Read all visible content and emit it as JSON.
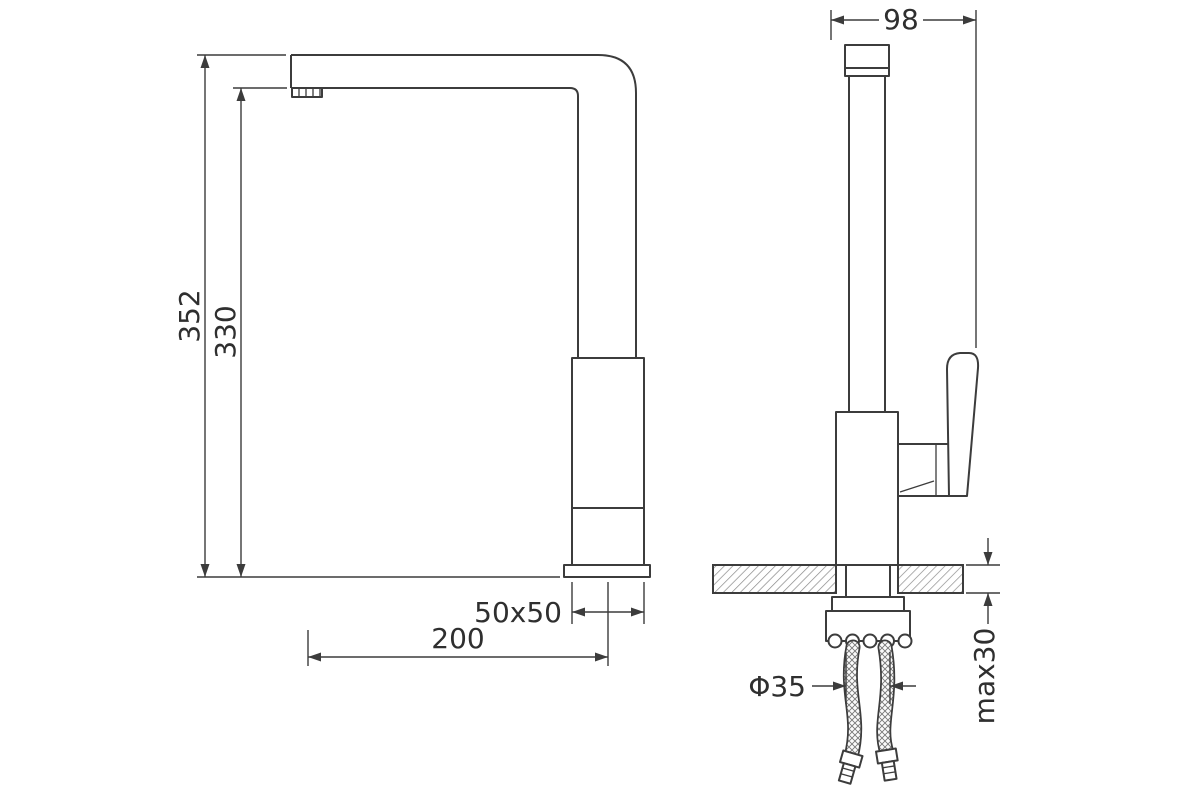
{
  "drawing": {
    "labels": {
      "total_height": "352",
      "spout_height": "330",
      "base_size": "50x50",
      "spout_reach": "200",
      "top_width": "98",
      "mount_diameter": "Φ35",
      "max_thickness": "max30"
    },
    "colors": {
      "line": "#3c3c3c",
      "text": "#2f2f2f",
      "background": "#ffffff"
    }
  }
}
